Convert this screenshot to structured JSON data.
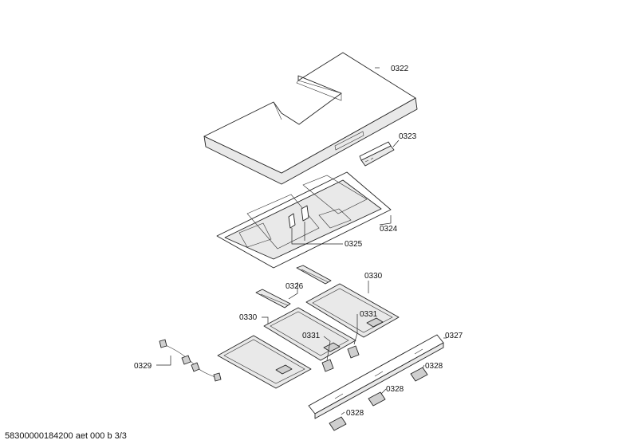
{
  "colors": {
    "line": "#222222",
    "background": "#ffffff",
    "shade": "#e9e9e9"
  },
  "labels": {
    "p0322": "0322",
    "p0323": "0323",
    "p0324": "0324",
    "p0325": "0325",
    "p0326": "0326",
    "p0327": "0327",
    "p0328a": "0328",
    "p0328b": "0328",
    "p0328c": "0328",
    "p0329": "0329",
    "p0330a": "0330",
    "p0330b": "0330",
    "p0331a": "0331",
    "p0331b": "0331"
  },
  "footer": {
    "document_id": "58300000184200 aet 000 b 3/3"
  }
}
